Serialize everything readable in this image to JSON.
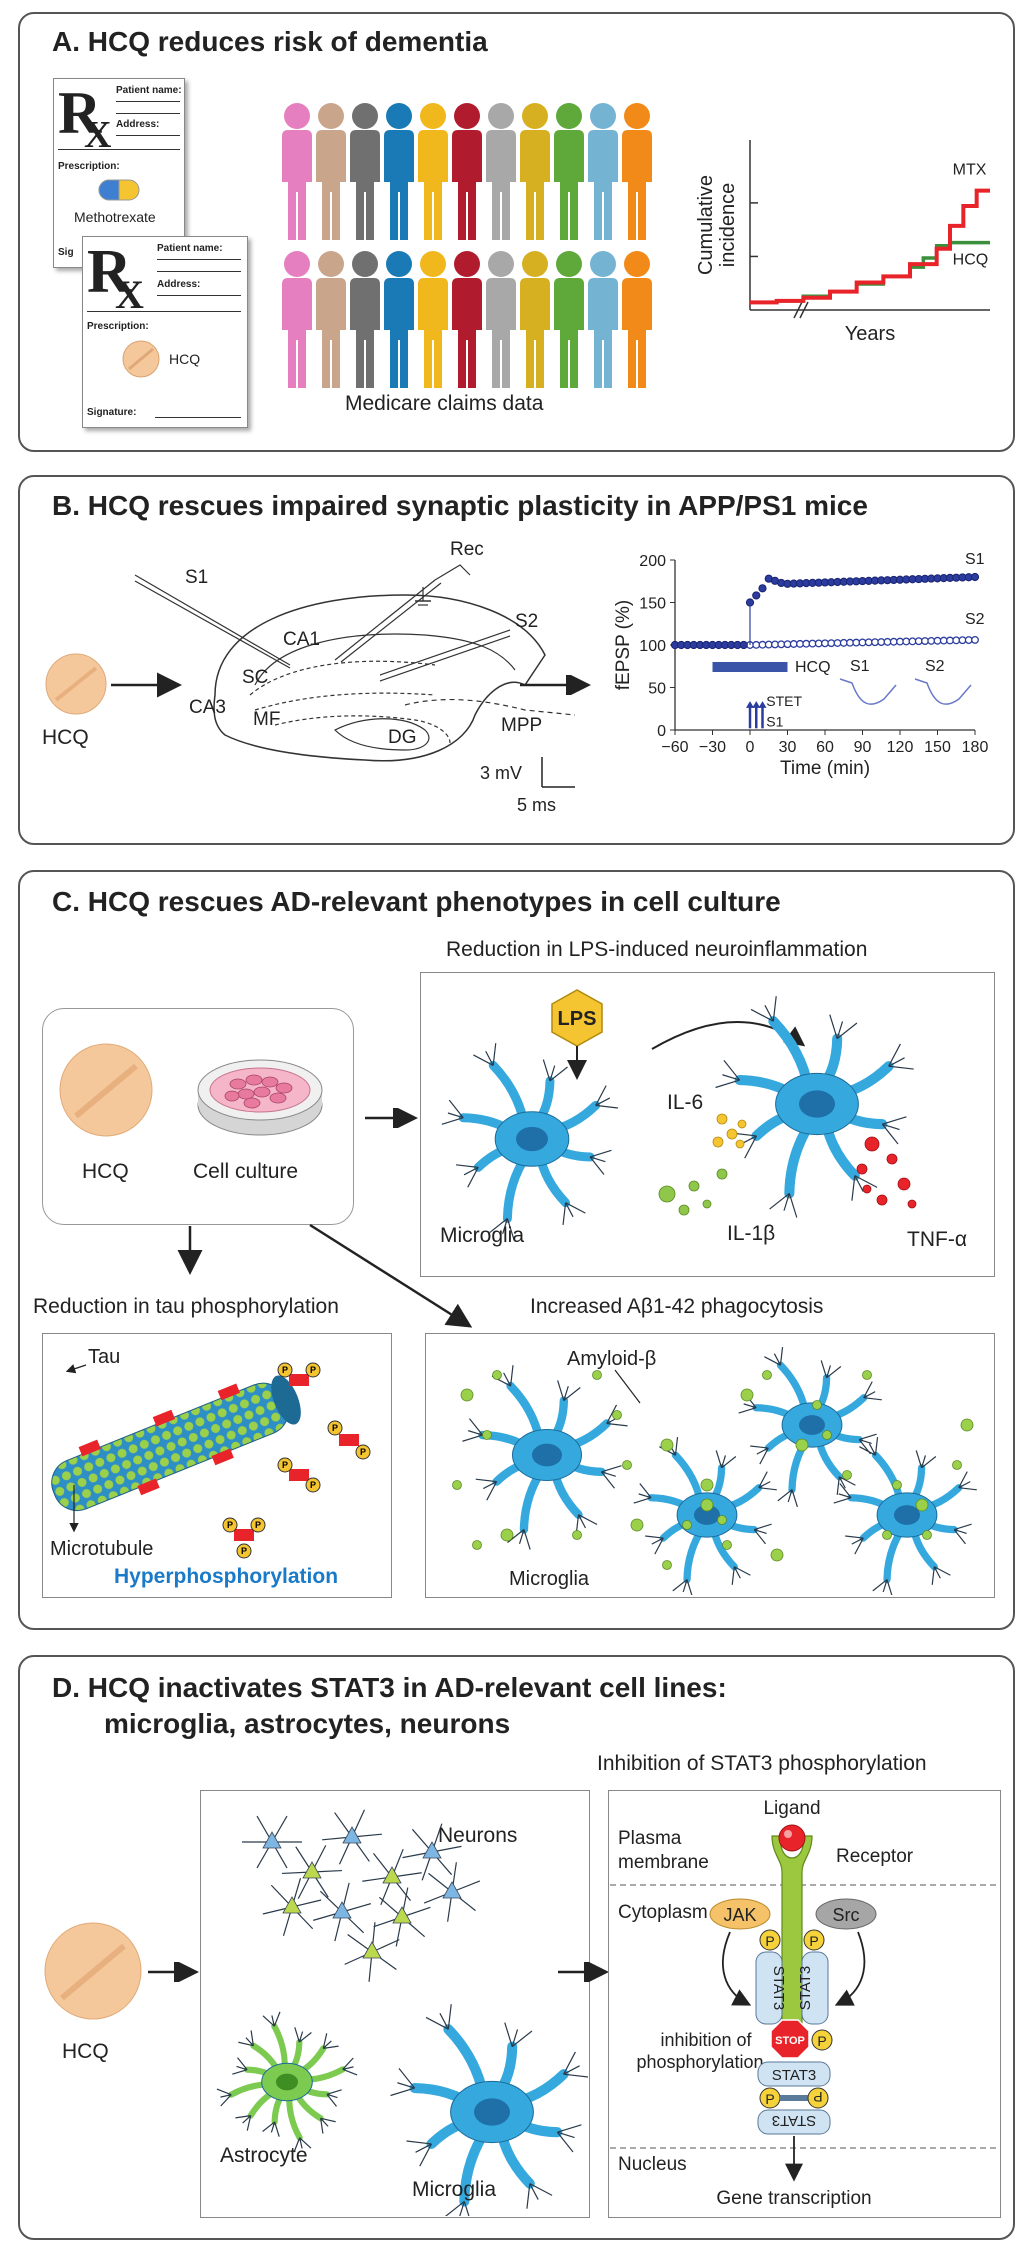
{
  "panelA": {
    "title": "A. HCQ reduces risk of dementia",
    "rx1": {
      "symbol": "R",
      "x": "X",
      "patient": "Patient name:",
      "address": "Address:",
      "prescription": "Prescription:",
      "drug": "Methotrexate",
      "sig": "Sig"
    },
    "rx2": {
      "symbol": "R",
      "x": "X",
      "patient": "Patient name:",
      "address": "Address:",
      "prescription": "Prescription:",
      "drug": "HCQ",
      "signature": "Signature:"
    },
    "people_label": "Medicare claims data",
    "people_colors": [
      "#e57fbf",
      "#c9a58b",
      "#707070",
      "#1a7ab5",
      "#f0b81c",
      "#b01c2e",
      "#a8a8a8",
      "#d6b021",
      "#5fa83a",
      "#74b3d1",
      "#f28a1a"
    ],
    "chart_data": {
      "type": "line",
      "ylabel": "Cumulative incidence",
      "xlabel": "Years",
      "series": [
        {
          "name": "MTX",
          "color": "#e8242a",
          "values": [
            [
              0,
              0.05
            ],
            [
              1,
              0.06
            ],
            [
              2,
              0.08
            ],
            [
              3,
              0.12
            ],
            [
              4,
              0.18
            ],
            [
              5,
              0.22
            ],
            [
              6,
              0.3
            ],
            [
              7,
              0.4
            ],
            [
              7.5,
              0.55
            ],
            [
              8,
              0.68
            ],
            [
              8.5,
              0.78
            ],
            [
              9,
              0.78
            ]
          ]
        },
        {
          "name": "HCQ",
          "color": "#3a8f3a",
          "values": [
            [
              0,
              0.05
            ],
            [
              1,
              0.06
            ],
            [
              2,
              0.09
            ],
            [
              3,
              0.12
            ],
            [
              4,
              0.17
            ],
            [
              5,
              0.22
            ],
            [
              6,
              0.28
            ],
            [
              6.5,
              0.34
            ],
            [
              7,
              0.42
            ],
            [
              7.5,
              0.44
            ],
            [
              9,
              0.44
            ]
          ]
        }
      ]
    }
  },
  "panelB": {
    "title": "B. HCQ rescues impaired synaptic plasticity in APP/PS1 mice",
    "drug": "HCQ",
    "labels": {
      "s1": "S1",
      "s2": "S2",
      "rec": "Rec",
      "ca1": "CA1",
      "sc": "SC",
      "ca3": "CA3",
      "mf": "MF",
      "dg": "DG",
      "mpp": "MPP"
    },
    "scale": {
      "mv": "3 mV",
      "ms": "5 ms"
    },
    "chart_data": {
      "type": "scatter",
      "ylabel": "fEPSP (%)",
      "xlabel": "Time (min)",
      "xticks": [
        "−60",
        "−30",
        "0",
        "30",
        "60",
        "90",
        "120",
        "150",
        "180"
      ],
      "yticks": [
        "0",
        "50",
        "100",
        "150",
        "200"
      ],
      "xlim": [
        -60,
        180
      ],
      "ylim": [
        0,
        200
      ],
      "series": [
        {
          "name": "S1",
          "filled": true
        },
        {
          "name": "S2",
          "filled": false
        }
      ],
      "bar_label": "HCQ",
      "stim_label": "STET",
      "stim_sub": "S1",
      "trace_labels": [
        "S1",
        "S2"
      ]
    }
  },
  "panelC": {
    "title": "C. HCQ rescues AD-relevant phenotypes in cell culture",
    "drug": "HCQ",
    "culture": "Cell culture",
    "top_box_title": "Reduction in LPS-induced neuroinflammation",
    "lps": "LPS",
    "microglia": "Microglia",
    "il6": "IL-6",
    "il1b": "IL-1β",
    "tnfa": "TNF-α",
    "tau_box_title": "Reduction in tau phosphorylation",
    "tau": "Tau",
    "microtubule": "Microtubule",
    "hyper": "Hyperphosphorylation",
    "p": "P",
    "phago_title": "Increased Aβ1-42 phagocytosis",
    "amyloid": "Amyloid-β",
    "microglia2": "Microglia"
  },
  "panelD": {
    "title_line1": "D. HCQ inactivates STAT3 in AD-relevant cell lines:",
    "title_line2": "microglia, astrocytes, neurons",
    "drug": "HCQ",
    "neurons": "Neurons",
    "astrocyte": "Astrocyte",
    "microglia": "Microglia",
    "inhib_title": "Inhibition of STAT3 phosphorylation",
    "ligand": "Ligand",
    "receptor": "Receptor",
    "plasma": "Plasma",
    "membrane": "membrane",
    "cytoplasm": "Cytoplasm",
    "jak": "JAK",
    "src": "Src",
    "stat3": "STAT3",
    "p": "P",
    "stop": "STOP",
    "inhib1": "inhibition of",
    "inhib2": "phosphorylation",
    "nucleus": "Nucleus",
    "gene": "Gene transcription"
  }
}
